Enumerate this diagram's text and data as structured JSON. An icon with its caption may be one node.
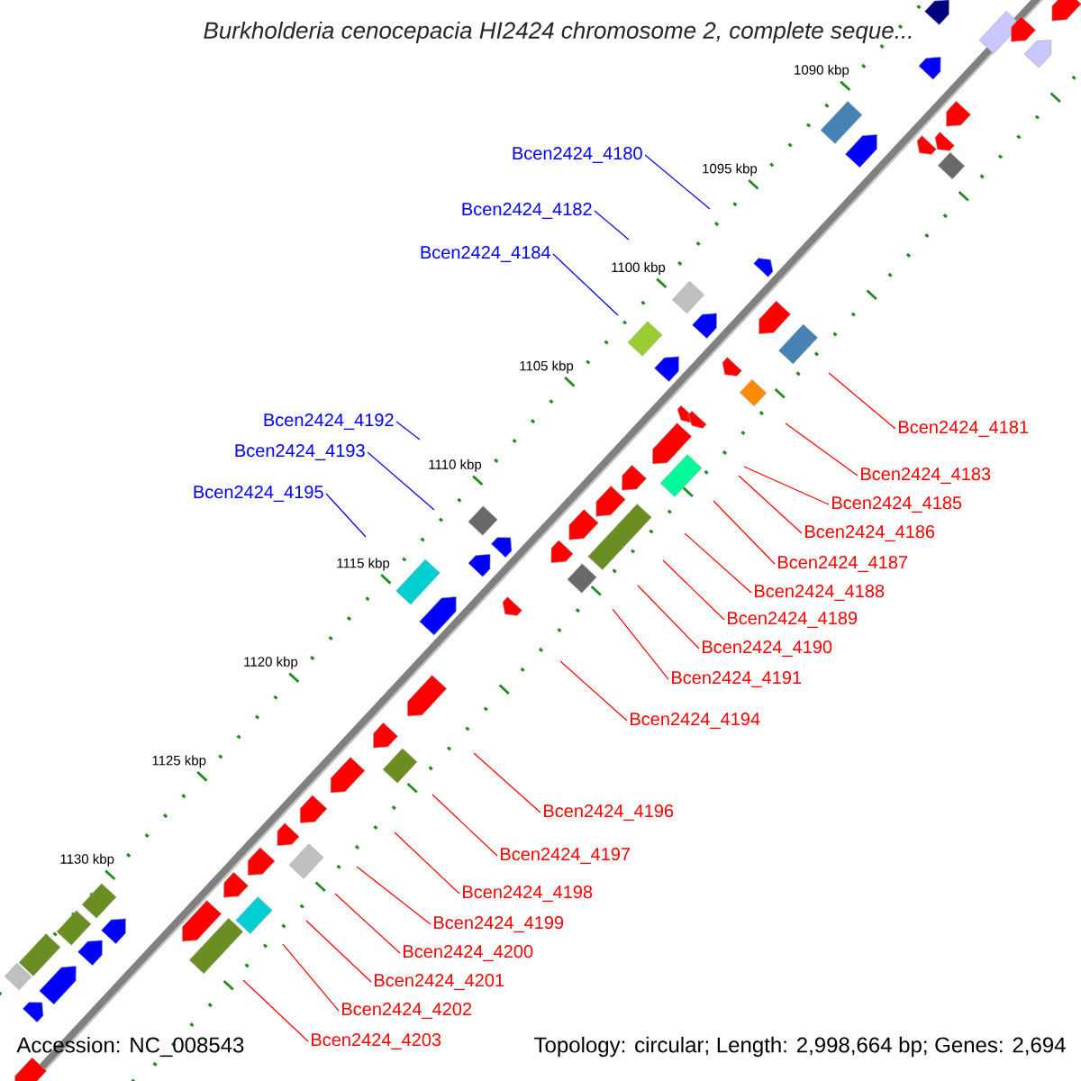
{
  "diagram": {
    "title": "Burkholderia cenocepacia HI2424 chromosome 2, complete seque...",
    "nodes": [
      {
        "text": [
          "Bcen2424_4180"
        ]
      },
      {
        "text": [
          "Bcen2424_4182"
        ]
      },
      {
        "text": [
          "Bcen2424_4184"
        ]
      },
      {
        "text": [
          "Bcen2424_4192"
        ]
      },
      {
        "text": [
          "Bcen2424_4181"
        ]
      },
      {
        "text": [
          "Bcen2424_4193"
        ]
      },
      {
        "text": [
          "Bcen2424_4183"
        ]
      },
      {
        "text": [
          "Bcen2424_4195"
        ]
      },
      {
        "text": [
          "Bcen2424_4185"
        ]
      },
      {
        "text": [
          "Bcen2424_4186"
        ]
      },
      {
        "text": [
          "Bcen2424_4187"
        ]
      },
      {
        "text": [
          "Bcen2424_4188"
        ]
      },
      {
        "text": [
          "Bcen2424_4189"
        ]
      },
      {
        "text": [
          "Bcen2424_4190"
        ]
      },
      {
        "text": [
          "Bcen2424_4191"
        ]
      },
      {
        "text": [
          "Bcen2424_4194"
        ]
      },
      {
        "text": [
          "Bcen2424_4196"
        ]
      },
      {
        "text": [
          "Bcen2424_4197"
        ]
      },
      {
        "text": [
          "Bcen2424_4198"
        ]
      },
      {
        "text": [
          "Bcen2424_4199"
        ]
      },
      {
        "text": [
          "Bcen2424_4200"
        ]
      },
      {
        "text": [
          "Bcen2424_4201"
        ]
      },
      {
        "text": [
          "Bcen2424_4202"
        ]
      },
      {
        "text": [
          "Bcen2424_4203"
        ]
      }
    ],
    "edges": [
      {
        "from": 0,
        "to": null,
        "arrow": "none",
        "color": "#0000ff"
      },
      {
        "from": 1,
        "to": null,
        "arrow": "none",
        "color": "#0000ff"
      },
      {
        "from": 2,
        "to": null,
        "arrow": "none",
        "color": "#0000ff"
      },
      {
        "from": 3,
        "to": null,
        "arrow": "none",
        "color": "#0000ff"
      },
      {
        "from": 4,
        "to": null,
        "arrow": "none"
      },
      {
        "from": 5,
        "to": null,
        "arrow": "none",
        "color": "#0000ff"
      },
      {
        "from": 6,
        "to": null,
        "arrow": "none"
      },
      {
        "from": 7,
        "to": null,
        "arrow": "none",
        "color": "#0000ff"
      },
      {
        "from": 8,
        "to": null,
        "arrow": "none"
      },
      {
        "from": 9,
        "to": null,
        "arrow": "none"
      },
      {
        "from": 10,
        "to": null,
        "arrow": "none"
      },
      {
        "from": 11,
        "to": null,
        "arrow": "none"
      },
      {
        "from": 12,
        "to": null,
        "arrow": "none"
      },
      {
        "from": 13,
        "to": null,
        "arrow": "none"
      },
      {
        "from": 14,
        "to": null,
        "arrow": "none"
      },
      {
        "from": 15,
        "to": null,
        "arrow": "none"
      },
      {
        "from": 16,
        "to": null,
        "arrow": "none"
      },
      {
        "from": 17,
        "to": null,
        "arrow": "none"
      },
      {
        "from": 18,
        "to": null,
        "arrow": "none"
      },
      {
        "from": 19,
        "to": null,
        "arrow": "none"
      },
      {
        "from": 20,
        "to": null,
        "arrow": "none"
      },
      {
        "from": 21,
        "to": null,
        "arrow": "none"
      },
      {
        "from": 22,
        "to": null,
        "arrow": "none"
      },
      {
        "from": 23,
        "to": null,
        "arrow": "none"
      }
    ],
    "labels": [
      "1090 kbp",
      "1095 kbp",
      "1100 kbp",
      "1105 kbp",
      "1110 kbp",
      "1115 kbp",
      "1120 kbp",
      "1125 kbp",
      "1130 kbp",
      "Accession: NC_008543",
      "Topology: circular; Length: 2,998,664 bp; Genes: 2,694"
    ]
  }
}
